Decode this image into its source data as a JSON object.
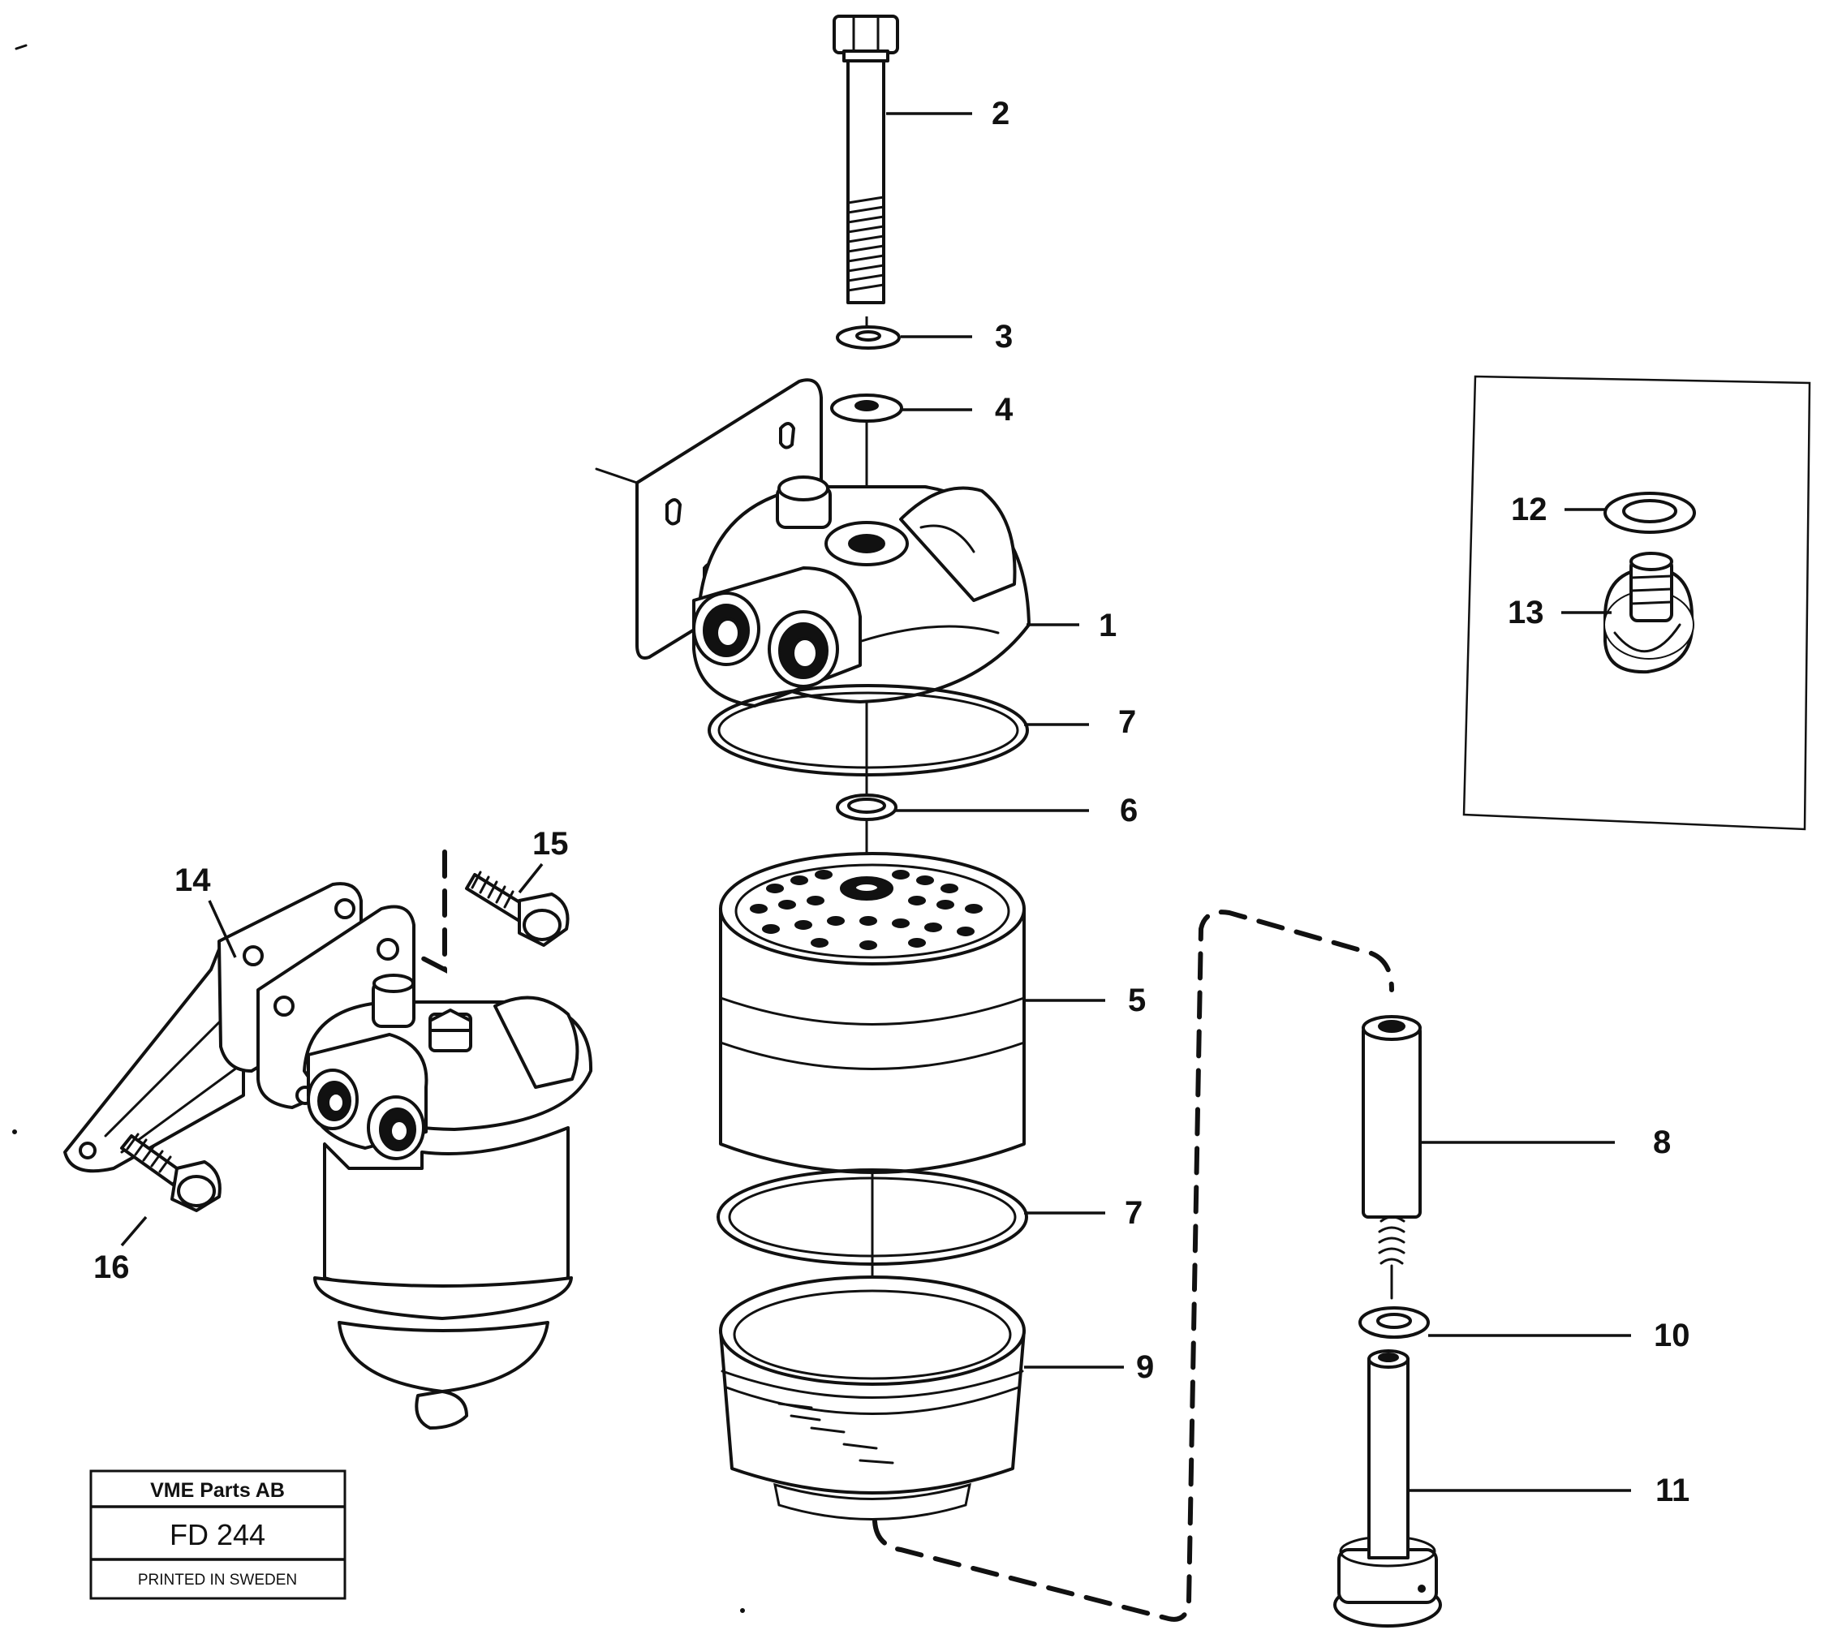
{
  "callouts": [
    {
      "id": "1",
      "label": "1"
    },
    {
      "id": "2",
      "label": "2"
    },
    {
      "id": "3",
      "label": "3"
    },
    {
      "id": "4",
      "label": "4"
    },
    {
      "id": "5",
      "label": "5"
    },
    {
      "id": "6",
      "label": "6"
    },
    {
      "id": "7a",
      "label": "7"
    },
    {
      "id": "7b",
      "label": "7"
    },
    {
      "id": "8",
      "label": "8"
    },
    {
      "id": "9",
      "label": "9"
    },
    {
      "id": "10",
      "label": "10"
    },
    {
      "id": "11",
      "label": "11"
    },
    {
      "id": "12",
      "label": "12"
    },
    {
      "id": "13",
      "label": "13"
    },
    {
      "id": "14",
      "label": "14"
    },
    {
      "id": "15",
      "label": "15"
    },
    {
      "id": "16",
      "label": "16"
    }
  ],
  "stamp": {
    "company": "VME Parts AB",
    "code": "FD 244",
    "printed": "PRINTED IN SWEDEN"
  }
}
